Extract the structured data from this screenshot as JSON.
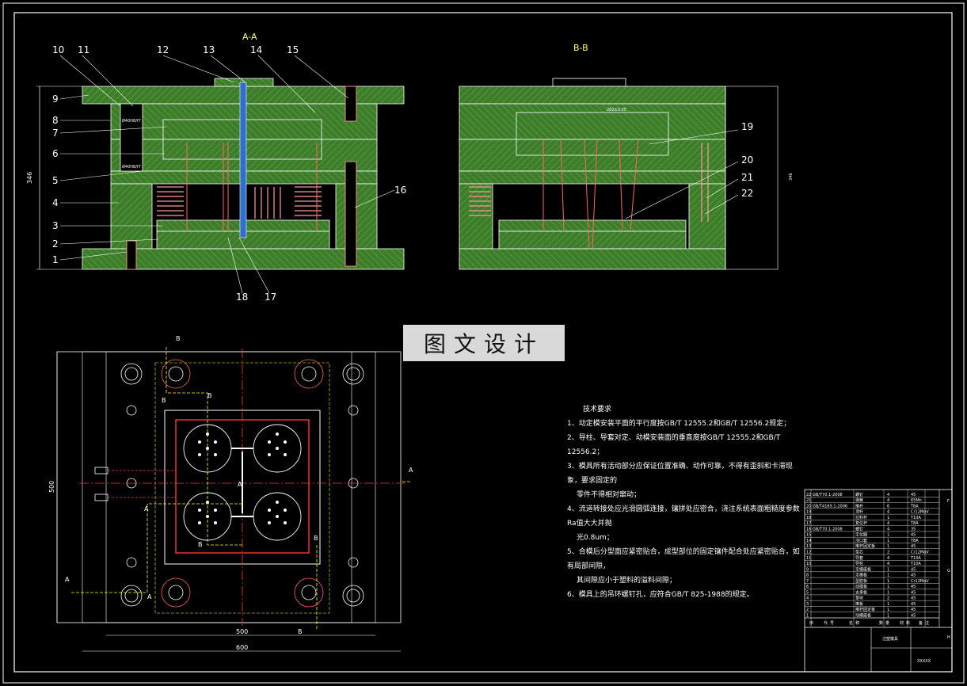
{
  "section_aa": {
    "title": "A-A",
    "callouts": [
      "1",
      "2",
      "3",
      "4",
      "5",
      "6",
      "7",
      "8",
      "9",
      "10",
      "11",
      "12",
      "13",
      "14",
      "15",
      "16",
      "17",
      "18"
    ],
    "height_dim": "346",
    "fits": [
      "Ø40H8/f7",
      "Ø40H8/f7"
    ]
  },
  "section_bb": {
    "title": "B-B",
    "callouts": [
      "19",
      "20",
      "21",
      "22"
    ],
    "height_dim": "346",
    "width_dim": "282±0.05"
  },
  "plan_view": {
    "section_markers": [
      "B",
      "B",
      "B",
      "B",
      "B",
      "B",
      "A",
      "A",
      "A",
      "A",
      "A"
    ],
    "dims": {
      "width_inner": "500",
      "width_outer": "600",
      "height": "500"
    }
  },
  "watermark": "图文设计",
  "technical_requirements": {
    "title": "技术要求",
    "items": [
      "1、动定模安装平面的平行度按GB/T 12555.2和GB/T 12556.2规定；",
      "2、导柱、导套对定、动模安装面的垂直度按GB/T 12555.2和GB/T 12556.2；",
      "3、模具所有活动部分应保证位置准确、动作可靠，不得有歪斜和卡滞现象，要求固定的",
      "零件不得相对窜动；",
      "4、流道转接处应光滑圆弧连接，镶拼处应密合，浇注系统表面粗糙度参数Ra值大大并抛",
      "光0.8um；",
      "5、合模后分型面应紧密贴合，成型部位的固定镶件配合处应紧密贴合，如有局部间隙，",
      "其间隙应小于塑料的溢料间隙；",
      "6、模具上的吊环螺钉孔，应符合GB/T 825-1988的规定。"
    ]
  },
  "title_block": {
    "headers": [
      "序",
      "代",
      "号",
      "名",
      "称",
      "数",
      "量",
      "材",
      "料",
      "备",
      "注"
    ],
    "rows": [
      [
        "22",
        "GB/T70.1-2008",
        "螺钉",
        "4",
        "45"
      ],
      [
        "21",
        "",
        "弹簧",
        "4",
        "65Mn"
      ],
      [
        "20",
        "GB/T4169.1-2006",
        "推杆",
        "6",
        "T8A"
      ],
      [
        "19",
        "",
        "顶杆",
        "4",
        "Cr12MoV"
      ],
      [
        "18",
        "",
        "拉料杆",
        "1",
        "T10A"
      ],
      [
        "17",
        "",
        "复位杆",
        "4",
        "T8A"
      ],
      [
        "16",
        "GB/T70.1-2008",
        "螺钉",
        "4",
        "35"
      ],
      [
        "15",
        "",
        "定位圈",
        "1",
        "45"
      ],
      [
        "14",
        "",
        "浇口套",
        "1",
        "T8A"
      ],
      [
        "13",
        "",
        "推杆固定板",
        "1",
        "45"
      ],
      [
        "12",
        "",
        "型芯",
        "2",
        "Cr12MoV"
      ],
      [
        "11",
        "",
        "导套",
        "4",
        "T10A"
      ],
      [
        "10",
        "",
        "导柱",
        "4",
        "T10A"
      ],
      [
        "9",
        "",
        "定模座板",
        "1",
        "45"
      ],
      [
        "8",
        "",
        "定模板",
        "1",
        "45"
      ],
      [
        "7",
        "",
        "型腔板",
        "1",
        "Cr12MoV"
      ],
      [
        "6",
        "",
        "动模板",
        "1",
        "45"
      ],
      [
        "5",
        "",
        "支承板",
        "1",
        "45"
      ],
      [
        "4",
        "",
        "垫块",
        "2",
        "45"
      ],
      [
        "3",
        "",
        "推板",
        "1",
        "45"
      ],
      [
        "2",
        "",
        "推杆固定板",
        "1",
        "45"
      ],
      [
        "1",
        "",
        "动模座板",
        "1",
        "45"
      ]
    ],
    "zone_letters": [
      "F",
      "G",
      "H"
    ],
    "drawing_name": "注塑模具",
    "drawing_code": "XXXXX"
  },
  "colors": {
    "background": "#000000",
    "plate_fill": "#3d7d2a",
    "outline": "#ffffff",
    "centerline": "#ff3333",
    "highlight": "#ffff00",
    "spring": "#ff9999"
  }
}
